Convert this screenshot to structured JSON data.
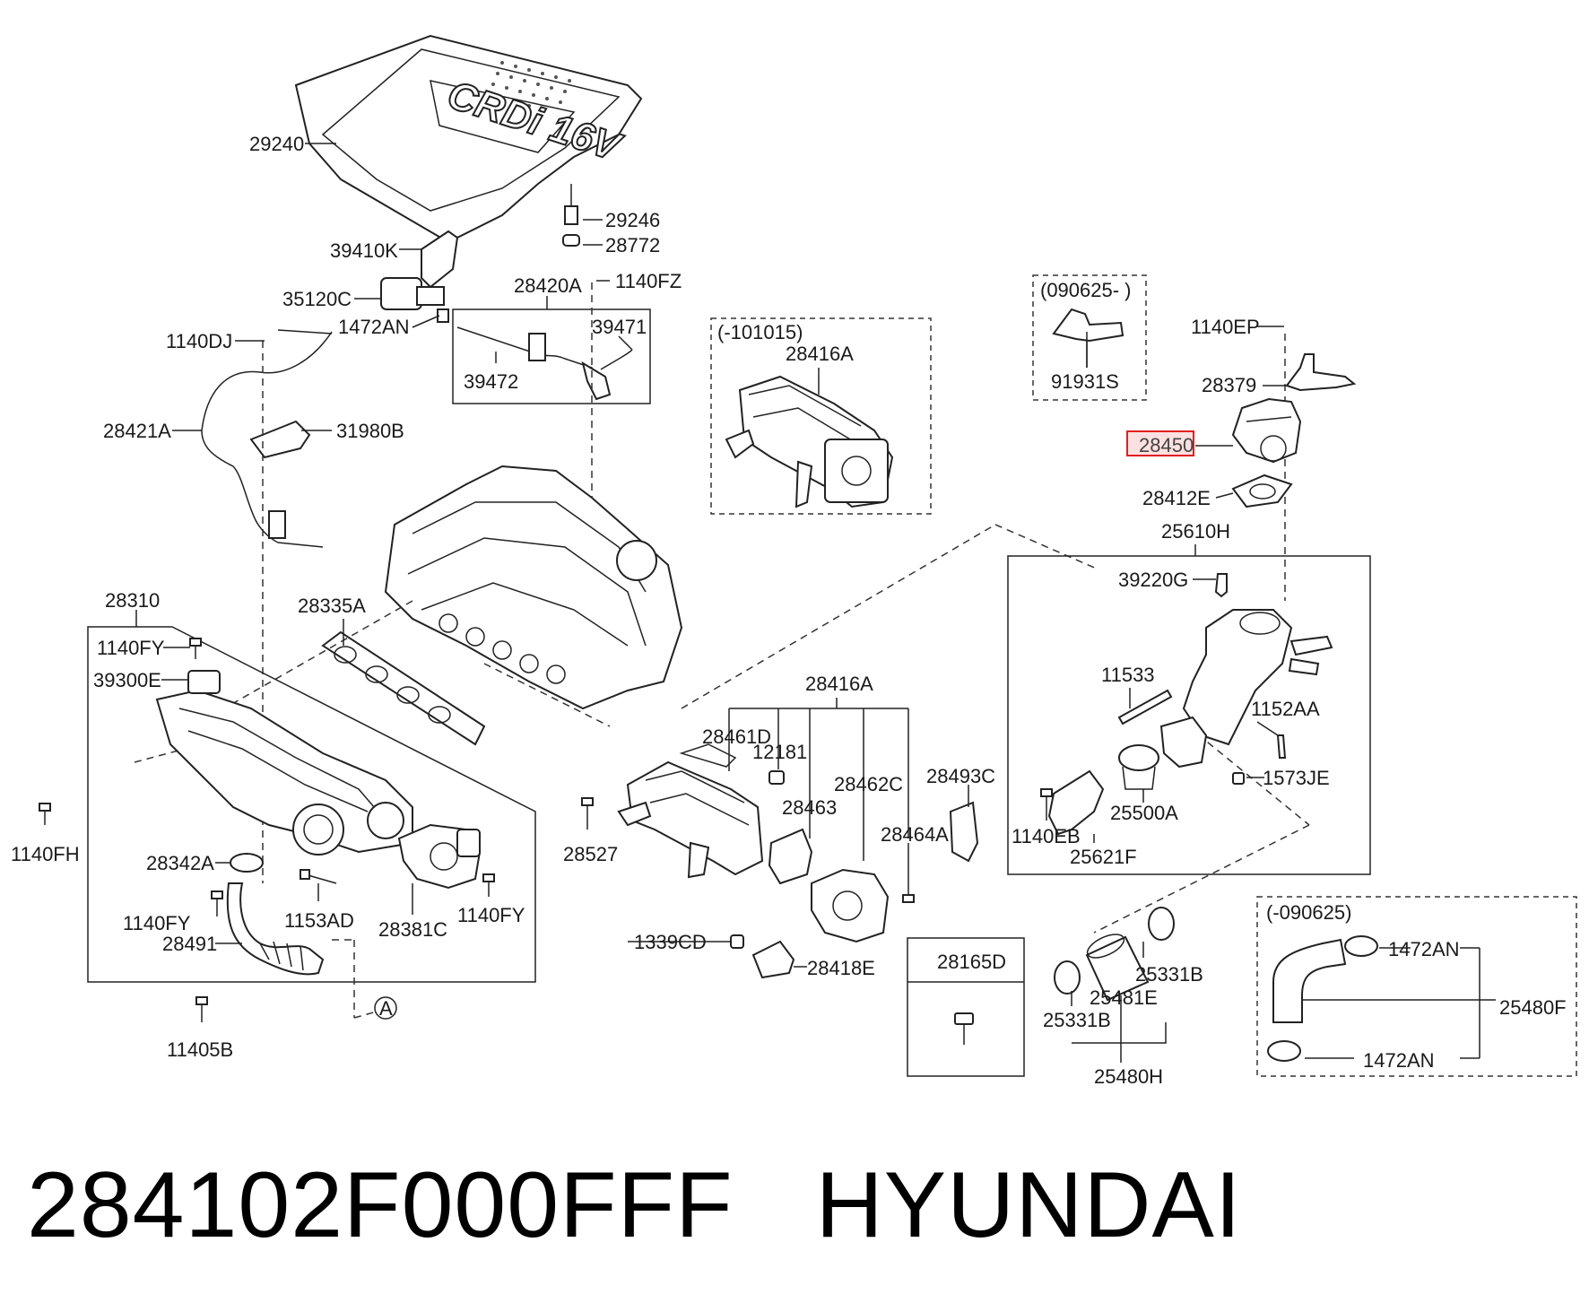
{
  "footer": {
    "part_number": "284102F000FFF",
    "brand": "HYUNDAI"
  },
  "cover": {
    "text": "CRDi 16V"
  },
  "highlight": {
    "label": "28450",
    "color": "#e02020"
  },
  "groups": {
    "egr_old": "(-101015)",
    "bracket_new": "(090625- )",
    "hose_old": "(-090625)"
  },
  "callout": "A",
  "labels": {
    "l29240": "29240",
    "l29246": "29246",
    "l28772": "28772",
    "l39410K": "39410K",
    "l35120C": "35120C",
    "l1472AN_a": "1472AN",
    "l28420A": "28420A",
    "l1140FZ": "1140FZ",
    "l39471": "39471",
    "l39472": "39472",
    "l1140DJ": "1140DJ",
    "l28421A": "28421A",
    "l31980B": "31980B",
    "l28416A_a": "28416A",
    "l91931S": "91931S",
    "l1140EP": "1140EP",
    "l28379": "28379",
    "l28412E": "28412E",
    "l25610H": "25610H",
    "l39220G": "39220G",
    "l11533": "11533",
    "l1152AA": "1152AA",
    "l1573JE": "1573JE",
    "l25500A": "25500A",
    "l1140EB": "1140EB",
    "l25621F": "25621F",
    "l28310": "28310",
    "l28335A": "28335A",
    "l1140FY_a": "1140FY",
    "l39300E": "39300E",
    "l1140FH": "1140FH",
    "l28342A": "28342A",
    "l1140FY_b": "1140FY",
    "l1153AD": "1153AD",
    "l28491": "28491",
    "l28381C": "28381C",
    "l1140FY_c": "1140FY",
    "l11405B": "11405B",
    "l28416A_b": "28416A",
    "l28461D": "28461D",
    "l12181": "12181",
    "l28462C": "28462C",
    "l28463": "28463",
    "l28493C": "28493C",
    "l28464A": "28464A",
    "l28527": "28527",
    "l1339CD": "1339CD",
    "l28418E": "28418E",
    "l28165D": "28165D",
    "l25331B_a": "25331B",
    "l25481E": "25481E",
    "l25331B_b": "25331B",
    "l25480H": "25480H",
    "l1472AN_b": "1472AN",
    "l25480F": "25480F",
    "l1472AN_c": "1472AN"
  }
}
